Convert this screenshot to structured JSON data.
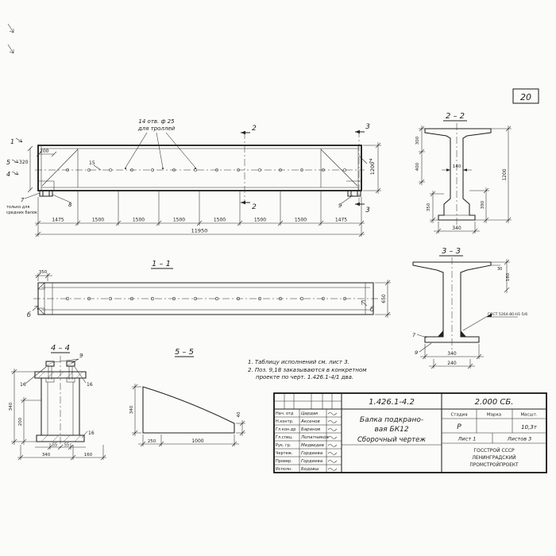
{
  "sheet": {
    "number": "20"
  },
  "main_view": {
    "callout_line1": "14 отв. ф 25",
    "callout_line2": "для троллей",
    "dim_200": "200",
    "dim_320": "320",
    "dim_15": "15",
    "dim_1200": "1200",
    "segment_dims": [
      "1475",
      "1500",
      "1500",
      "1500",
      "1500",
      "1500",
      "1500",
      "1475"
    ],
    "dim_total": "11950",
    "cut_1": "1",
    "cut_2": "2",
    "cut_3": "3",
    "cut_4": "4",
    "cut_5": "5",
    "pos_7_left": "7",
    "pos_7_right": "7",
    "pos_8": "8",
    "pos_9": "9",
    "note_line1": "только для",
    "note_line2": "средних балок"
  },
  "section_2_2": {
    "title": "2 – 2",
    "dim_300": "300",
    "dim_400": "400",
    "dim_140": "140",
    "dim_1200": "1200",
    "dim_390": "390",
    "dim_350": "350",
    "dim_340": "340"
  },
  "section_3_3": {
    "title": "3 – 3",
    "dim_30": "30",
    "dim_180": "180",
    "dim_340": "340",
    "dim_240": "240",
    "weld_note": "ГОСТ 5264-80-Н1-5/6",
    "pos_7": "7",
    "pos_9": "9"
  },
  "view_1_1": {
    "title": "1 – 1",
    "dim_350": "350",
    "dim_650": "650",
    "cut_left": "б",
    "cut_right": "б"
  },
  "view_4_4": {
    "title": "4 – 4",
    "pos_9": "9",
    "dim_16_left": "16",
    "dim_16_right": "16",
    "dim_16_bottom": "16",
    "dim_340_left": "340",
    "dim_200_left": "200",
    "dim_55_a": "55",
    "dim_55_b": "55",
    "dim_340_bottom": "340",
    "dim_160": "160"
  },
  "view_5_5": {
    "title": "5 – 5",
    "dim_340": "340",
    "dim_40": "40",
    "dim_250": "250",
    "dim_1000": "1000"
  },
  "notes": {
    "line1": "1. Таблицу исполнений см. лист 3.",
    "line2": "2. Поз. 9,18 заказываются в конкретном",
    "line3": "проекте по черт. 1.426.1-4/1 два."
  },
  "title_block": {
    "doc_number": "1.426.1-4.2",
    "doc_code": "2.000 СБ.",
    "product_line1": "Балка подкрано-",
    "product_line2": "вая  БК12",
    "product_line3": "Сборочный  чертеж",
    "col_stage": "Стадия",
    "col_mark": "Марка",
    "col_scale": "Масшт.",
    "stage_value": "Р",
    "mass_value": "10,3т",
    "sheet_cell": "Лист 1",
    "sheets_cell": "Листов 3",
    "org_line1": "ГОССТРОЙ СССР",
    "org_line2": "ЛЕНИНГРАДСКИЙ",
    "org_line3": "ПРОМСТРОЙПРОЕКТ",
    "rows": [
      {
        "role": "Нач. отд",
        "name": "Цардак"
      },
      {
        "role": "Н.контр.",
        "name": "Аксенов"
      },
      {
        "role": "Гл.кон.др",
        "name": "Баранов"
      },
      {
        "role": "Гл.спец.",
        "name": "Лопатников"
      },
      {
        "role": "Рук. гр.",
        "name": "Медведев"
      },
      {
        "role": "Чертеж.",
        "name": "Гордеева"
      },
      {
        "role": "Провер.",
        "name": "Гордеева"
      },
      {
        "role": "Исполн.",
        "name": "Бодовш"
      }
    ]
  }
}
